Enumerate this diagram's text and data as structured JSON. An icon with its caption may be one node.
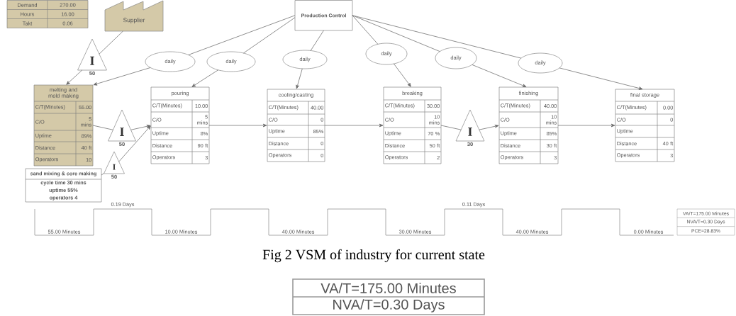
{
  "diagram": {
    "caption": "Fig 2 VSM of industry for current state",
    "nodes": [
      {
        "text": [
          "Demand",
          "270.00",
          "Hours",
          "16.00",
          "Takt",
          "0.06"
        ]
      },
      {
        "text": [
          "Supplier"
        ]
      },
      {
        "text": [
          "Production Control"
        ]
      },
      {
        "text": [
          "daily"
        ]
      },
      {
        "text": [
          "daily"
        ]
      },
      {
        "text": [
          "daily"
        ]
      },
      {
        "text": [
          "daily"
        ]
      },
      {
        "text": [
          "daily"
        ]
      },
      {
        "text": [
          "daily"
        ]
      },
      {
        "text": [
          "I"
        ],
        "beside": [
          "50"
        ]
      },
      {
        "text": [
          "melting and mold making",
          "C/T(Minutes)",
          "55.00",
          "C/O",
          "5 mins",
          "Uptime",
          "89%",
          "Distance",
          "40 ft",
          "Operators",
          "10"
        ]
      },
      {
        "text": [
          "I"
        ],
        "beside": [
          "50"
        ]
      },
      {
        "text": [
          "pouring",
          "C/T(Minutes)",
          "10.00",
          "C/O",
          "5 mins",
          "Uptime",
          "8%",
          "Distance",
          "90 ft",
          "Operators",
          "3"
        ]
      },
      {
        "text": [
          "cooling/casting",
          "C/T(Minutes)",
          "40.00",
          "C/O",
          "0",
          "Uptime",
          "85%",
          "Distance",
          "0",
          "Operators",
          "0"
        ]
      },
      {
        "text": [
          "breaking",
          "C/T(Minutes)",
          "30.00",
          "C/O",
          "10 mins",
          "Uptime",
          "70 %",
          "Distance",
          "50 ft",
          "Operators",
          "2"
        ]
      },
      {
        "text": [
          "I"
        ],
        "beside": [
          "30"
        ]
      },
      {
        "text": [
          "finishing",
          "C/T(Minutes)",
          "40.00",
          "C/O",
          "10 mins",
          "Uptime",
          "85%",
          "Distance",
          "30 ft",
          "Operators",
          "3"
        ]
      },
      {
        "text": [
          "final storage",
          "C/T(Minutes)",
          "0.00",
          "C/O",
          "0",
          "Uptime",
          "Distance",
          "40 ft",
          "Operators",
          "3"
        ]
      },
      {
        "text": [
          "I"
        ],
        "beside": [
          "50"
        ]
      },
      {
        "text": [
          "sand mixing & core making",
          "cycle time 30 mins",
          "uptime 55%",
          "operators 4"
        ]
      },
      {
        "text": [
          "VA/T=175.00 Minutes",
          "NVA/T=0.30 Days",
          "PCE=28.83%"
        ]
      },
      {
        "text": [
          "VA/T=175.00 Minutes",
          "NVA/T=0.30 Days"
        ]
      }
    ],
    "edges": [
      {
        "from": 1,
        "to": 9,
        "arrow": "none"
      },
      {
        "from": 9,
        "to": 10,
        "arrow": "to"
      },
      {
        "from": 2,
        "to": 3,
        "arrow": "none"
      },
      {
        "from": 2,
        "to": 4,
        "arrow": "none"
      },
      {
        "from": 2,
        "to": 5,
        "arrow": "none"
      },
      {
        "from": 2,
        "to": 6,
        "arrow": "none"
      },
      {
        "from": 2,
        "to": 7,
        "arrow": "none"
      },
      {
        "from": 2,
        "to": 8,
        "arrow": "none"
      },
      {
        "from": 3,
        "to": 10,
        "arrow": "to"
      },
      {
        "from": 4,
        "to": 12,
        "arrow": "to"
      },
      {
        "from": 5,
        "to": 13,
        "arrow": "to"
      },
      {
        "from": 6,
        "to": 14,
        "arrow": "to"
      },
      {
        "from": 7,
        "to": 16,
        "arrow": "to"
      },
      {
        "from": 8,
        "to": 17,
        "arrow": "to"
      },
      {
        "from": 10,
        "to": 11,
        "arrow": "none"
      },
      {
        "from": 11,
        "to": 12,
        "arrow": "to"
      },
      {
        "from": 19,
        "to": 18,
        "arrow": "none"
      },
      {
        "from": 18,
        "to": 12,
        "arrow": "to"
      },
      {
        "from": 12,
        "to": 13,
        "arrow": "to"
      },
      {
        "from": 13,
        "to": 14,
        "arrow": "to"
      },
      {
        "from": 14,
        "to": 15,
        "arrow": "none"
      },
      {
        "from": 15,
        "to": 16,
        "arrow": "to"
      },
      {
        "from": 16,
        "to": 17,
        "arrow": "to"
      }
    ],
    "labels": [
      "0.19 Days",
      "0.11 Days",
      "55.00 Minutes",
      "10.00 Minutes",
      "40.00 Minutes",
      "30.00 Minutes",
      "40.00 Minutes",
      "0.00 Minutes"
    ]
  }
}
